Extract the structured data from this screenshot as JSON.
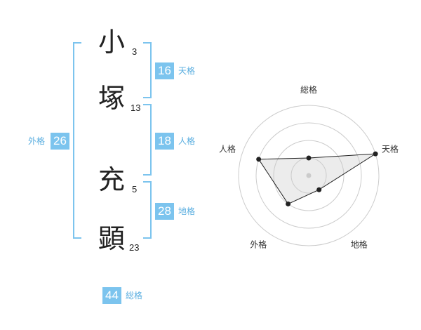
{
  "name": {
    "characters": [
      {
        "char": "小",
        "strokes": "3"
      },
      {
        "char": "塚",
        "strokes": "13"
      },
      {
        "char": "充",
        "strokes": "5"
      },
      {
        "char": "顕",
        "strokes": "23"
      }
    ]
  },
  "fortunes": {
    "tenkaku": {
      "value": "16",
      "label": "天格"
    },
    "jinkaku": {
      "value": "18",
      "label": "人格"
    },
    "chikaku": {
      "value": "28",
      "label": "地格"
    },
    "gaikaku": {
      "value": "26",
      "label": "外格"
    },
    "soukaku": {
      "value": "44",
      "label": "総格"
    }
  },
  "colors": {
    "accent": "#7cc4ee",
    "text": "#222222"
  },
  "chart_data": {
    "type": "radar",
    "axes": [
      "総格",
      "天格",
      "地格",
      "外格",
      "人格"
    ],
    "values": [
      1,
      4,
      1,
      2,
      3
    ],
    "range": [
      0,
      4
    ]
  }
}
